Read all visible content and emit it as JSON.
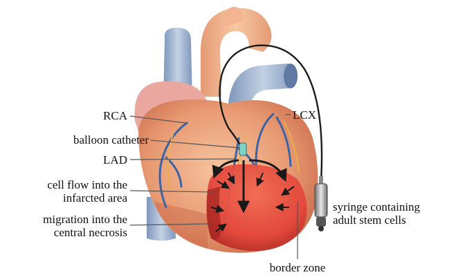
{
  "labels": {
    "rca": "RCA",
    "balloon_catheter": "balloon catheter",
    "lad": "LAD",
    "cell_flow_line1": "cell flow into the",
    "cell_flow_line2": "infarcted area",
    "migration_line1": "migration into the",
    "migration_line2": "central necrosis",
    "lcx": "LCX",
    "syringe_line1": "syringe containing",
    "syringe_line2": "adult stem cells",
    "border_zone": "border zone"
  },
  "colors": {
    "heart_base": "#e89a72",
    "heart_shadow": "#c9694a",
    "aorta": "#f1b08c",
    "vessel_blue": "#9fb4cf",
    "vessel_blue_dark": "#6f89ad",
    "artery_blue": "#3b63a6",
    "infarct": "#e2453a",
    "infarct_dark": "#b02a24",
    "catheter": "#1a1a1a",
    "leader": "#555555",
    "text": "#111111"
  }
}
